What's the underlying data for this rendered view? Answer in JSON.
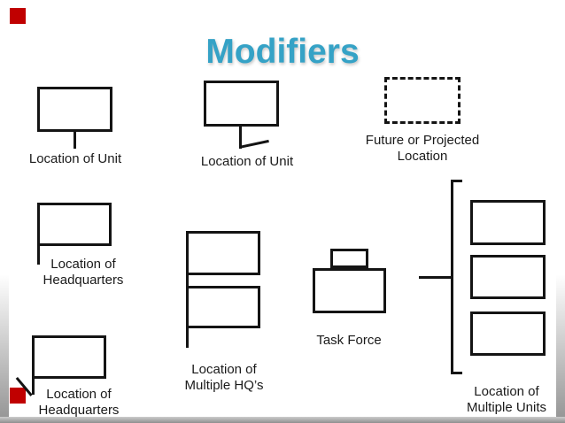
{
  "slide": {
    "title": "Modifiers"
  },
  "colors": {
    "title": "#35A2C6",
    "accent_red": "#C00000",
    "line": "#141414"
  },
  "symbols": {
    "unit1": {
      "label": "Location of Unit"
    },
    "unit2": {
      "label": "Location of Unit"
    },
    "future": {
      "line1": "Future or Projected",
      "line2": "Location"
    },
    "hq1": {
      "line1": "Location of",
      "line2": "Headquarters"
    },
    "multi_hq": {
      "line1": "Location of",
      "line2": "Multiple HQ’s"
    },
    "hq2": {
      "line1": "Location of",
      "line2": "Headquarters"
    },
    "task_force": {
      "label": "Task Force"
    },
    "multi_units": {
      "line1": "Location of",
      "line2": "Multiple Units"
    }
  }
}
